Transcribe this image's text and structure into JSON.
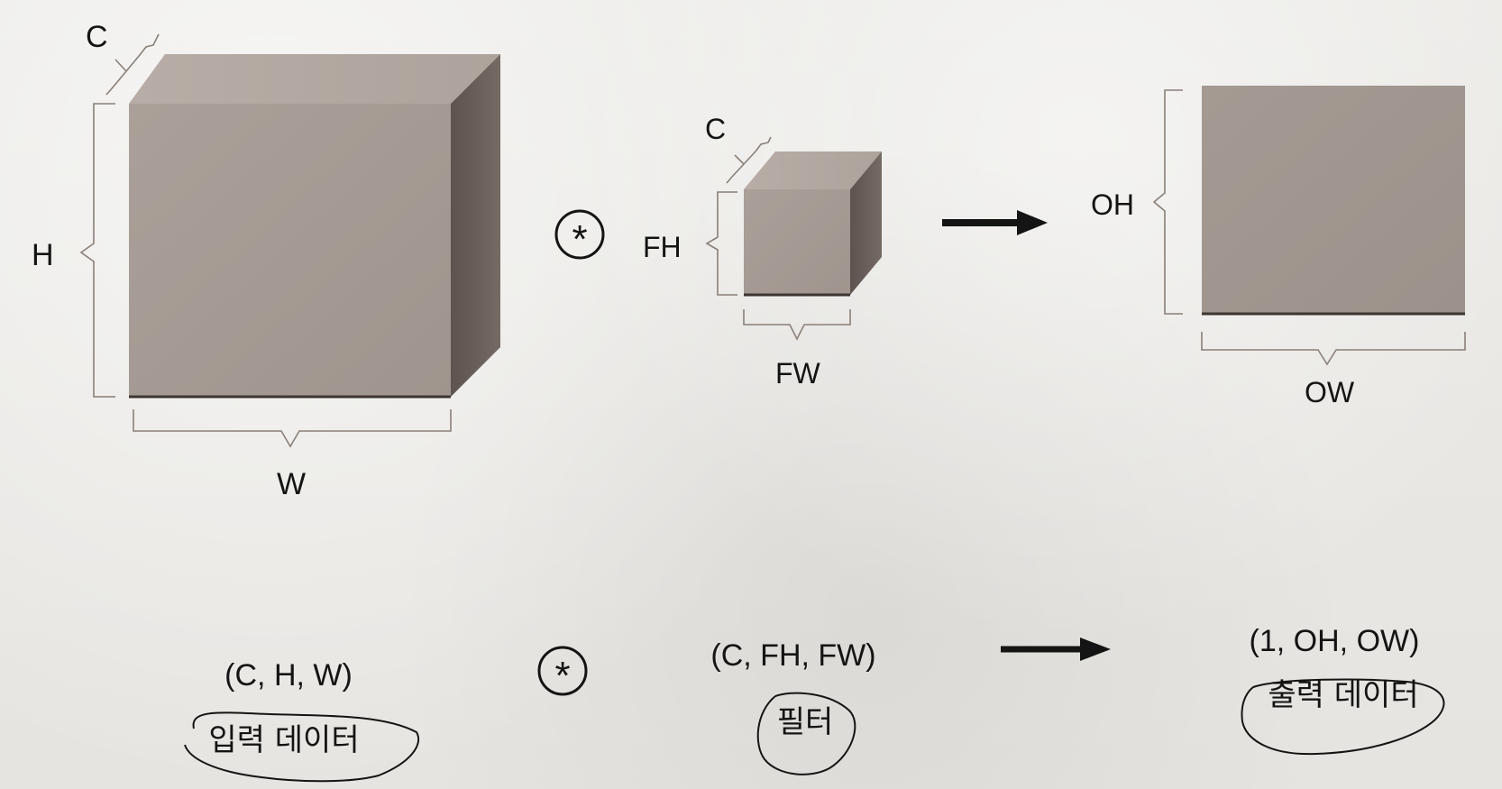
{
  "diagram": {
    "colors": {
      "block_front": "#a59a92",
      "block_top": "#b6aba4",
      "block_side": "#675c57",
      "ink": "#141414",
      "bracket": "#8a7f78"
    },
    "input": {
      "dim_c": "C",
      "dim_h": "H",
      "dim_w": "W",
      "shape": "(C, H, W)",
      "name": "입력 데이터"
    },
    "operator": {
      "symbol": "*"
    },
    "filter": {
      "dim_c": "C",
      "dim_fh": "FH",
      "dim_fw": "FW",
      "shape": "(C, FH, FW)",
      "name": "필터"
    },
    "output": {
      "dim_oh": "OH",
      "dim_ow": "OW",
      "shape": "(1, OH, OW)",
      "name": "출력 데이터"
    }
  }
}
